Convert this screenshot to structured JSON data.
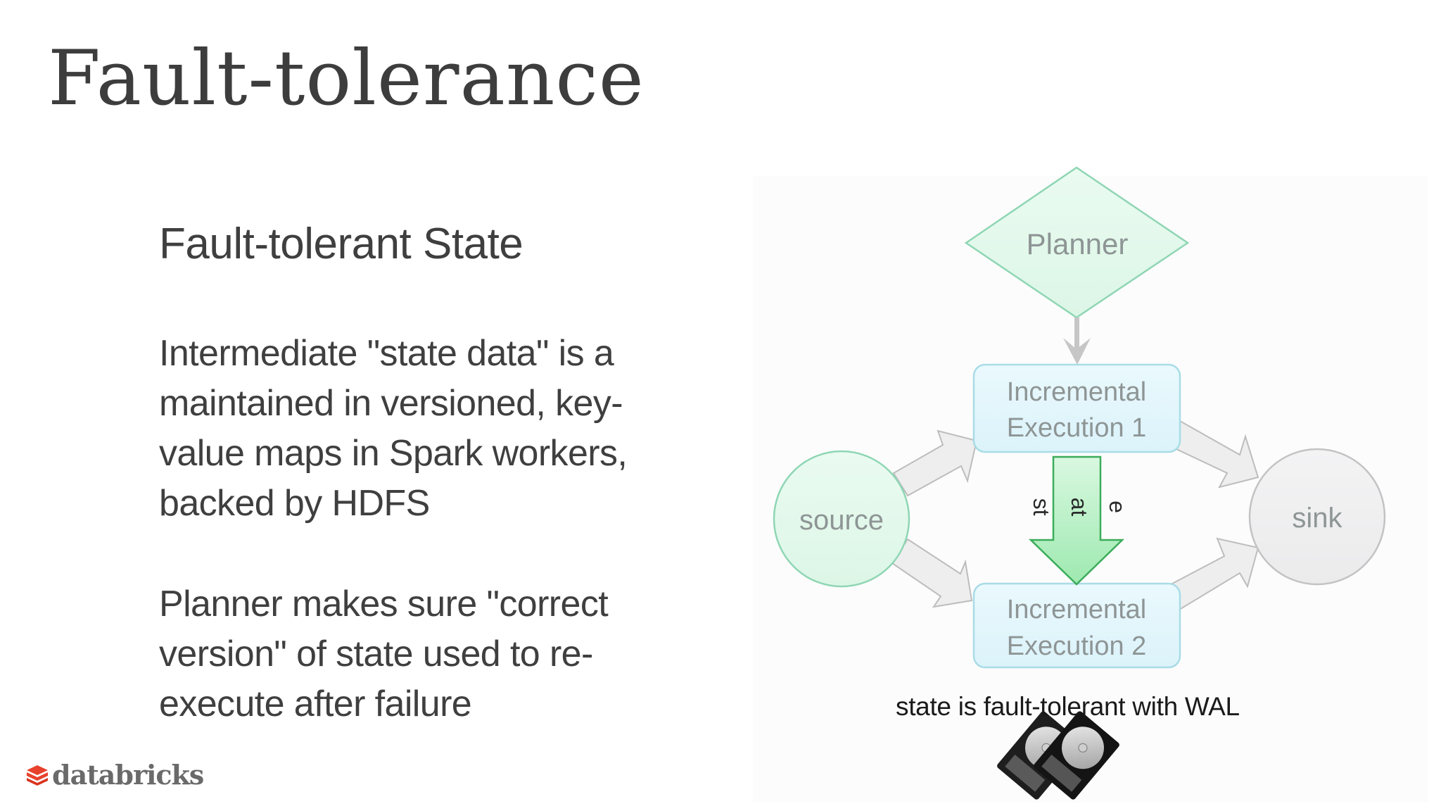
{
  "slide": {
    "title": "Fault-tolerance",
    "subheading": "Fault-tolerant State",
    "paragraphs": [
      {
        "lines": [
          "Intermediate \"state data\" is a",
          "maintained in versioned, key-",
          "value maps in Spark workers,",
          "backed by HDFS"
        ]
      },
      {
        "lines": [
          "Planner makes sure \"correct",
          "version\" of state used to re-",
          "execute after failure"
        ]
      }
    ]
  },
  "diagram": {
    "planner": {
      "label": "Planner",
      "shape": "diamond",
      "fill": "#e3f8ec",
      "stroke": "#8fd6b4"
    },
    "execution_1": {
      "line1": "Incremental",
      "line2": "Execution 1",
      "fill": "#e2f6fb",
      "stroke": "#a9dce6"
    },
    "execution_2": {
      "line1": "Incremental",
      "line2": "Execution 2",
      "fill": "#e2f6fb",
      "stroke": "#a9dce6"
    },
    "source": {
      "label": "source",
      "fill": "#e3f8ec",
      "stroke": "#8fd6b4"
    },
    "sink": {
      "label": "sink",
      "fill": "#efeff0",
      "stroke": "#c3c3c5"
    },
    "state_arrow": {
      "fragments": [
        "st",
        "at",
        "e"
      ],
      "fill": "#b6f0c3",
      "stroke": "#3cac5a"
    },
    "flow_arrow_color": {
      "fill": "#eeeeef",
      "stroke": "#bdbdbd"
    },
    "caption": "state is fault-tolerant with WAL",
    "storage_icon": "hard-disk-drives-icon"
  },
  "footer": {
    "logo_text": "databricks",
    "logo_icon": "databricks-stack-icon",
    "logo_color": "#e8412c"
  }
}
